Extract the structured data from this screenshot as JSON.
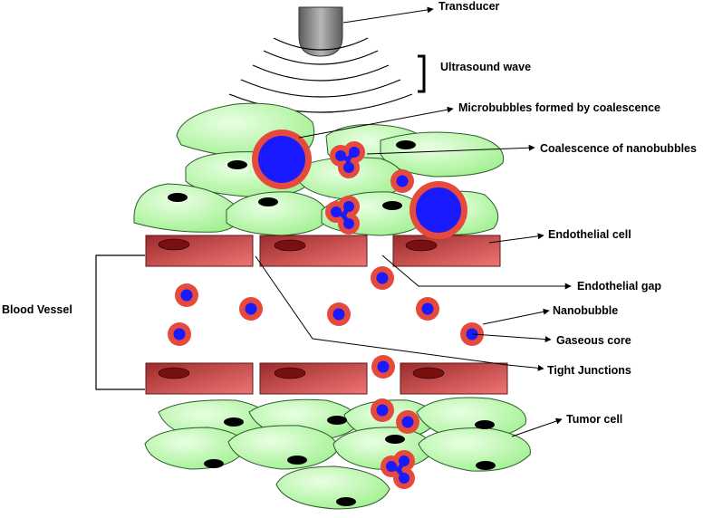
{
  "labels": {
    "transducer": "Transducer",
    "ultrasound_wave": "Ultrasound wave",
    "microbubbles": "Microbubbles formed by coalescence",
    "coalescence": "Coalescence of nanobubbles",
    "endothelial_cell": "Endothelial cell",
    "endothelial_gap": "Endothelial gap",
    "blood_vessel": "Blood Vessel",
    "nanobubble": "Nanobubble",
    "gaseous_core": "Gaseous core",
    "tight_junctions": "Tight Junctions",
    "tumor_cell": "Tumor cell"
  },
  "colors": {
    "cell_fill": "#b6f5a9",
    "cell_stroke": "#2e5a2e",
    "endothelial_fill": "#c96060",
    "nucleus_fill": "#7a0f0f",
    "bubble_shell": "#e54a3c",
    "bubble_core": "#1a1aff",
    "transducer": "#808080"
  }
}
